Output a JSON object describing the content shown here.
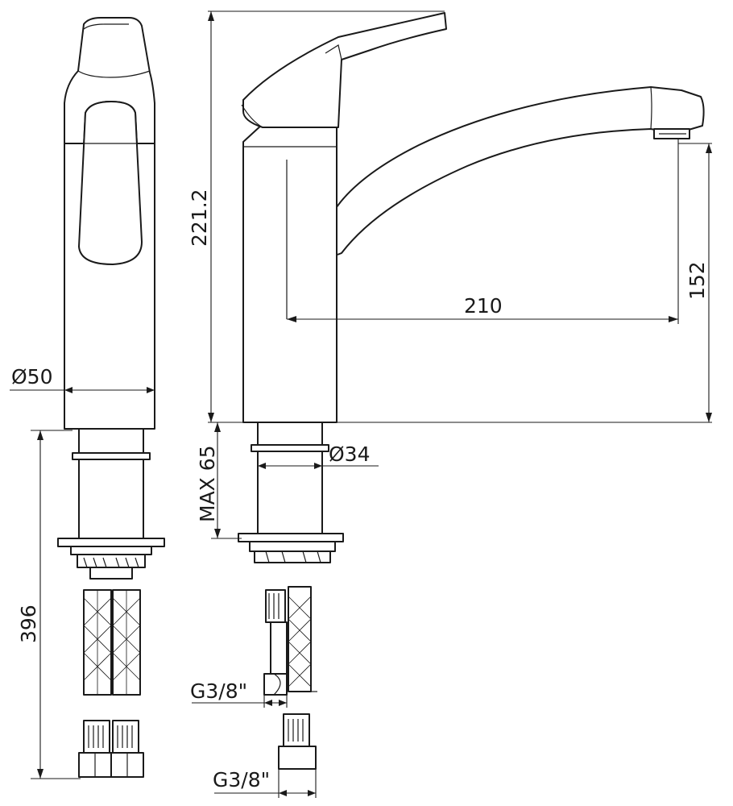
{
  "drawing": {
    "dimensions": {
      "total_height": "221.2",
      "spout_reach": "210",
      "spout_height": "152",
      "body_diameter": "Ø50",
      "shank_diameter": "Ø34",
      "max_thickness": "MAX 65",
      "hose_length": "396",
      "connection_upper": "G3/8\"",
      "connection_lower": "G3/8\""
    }
  }
}
